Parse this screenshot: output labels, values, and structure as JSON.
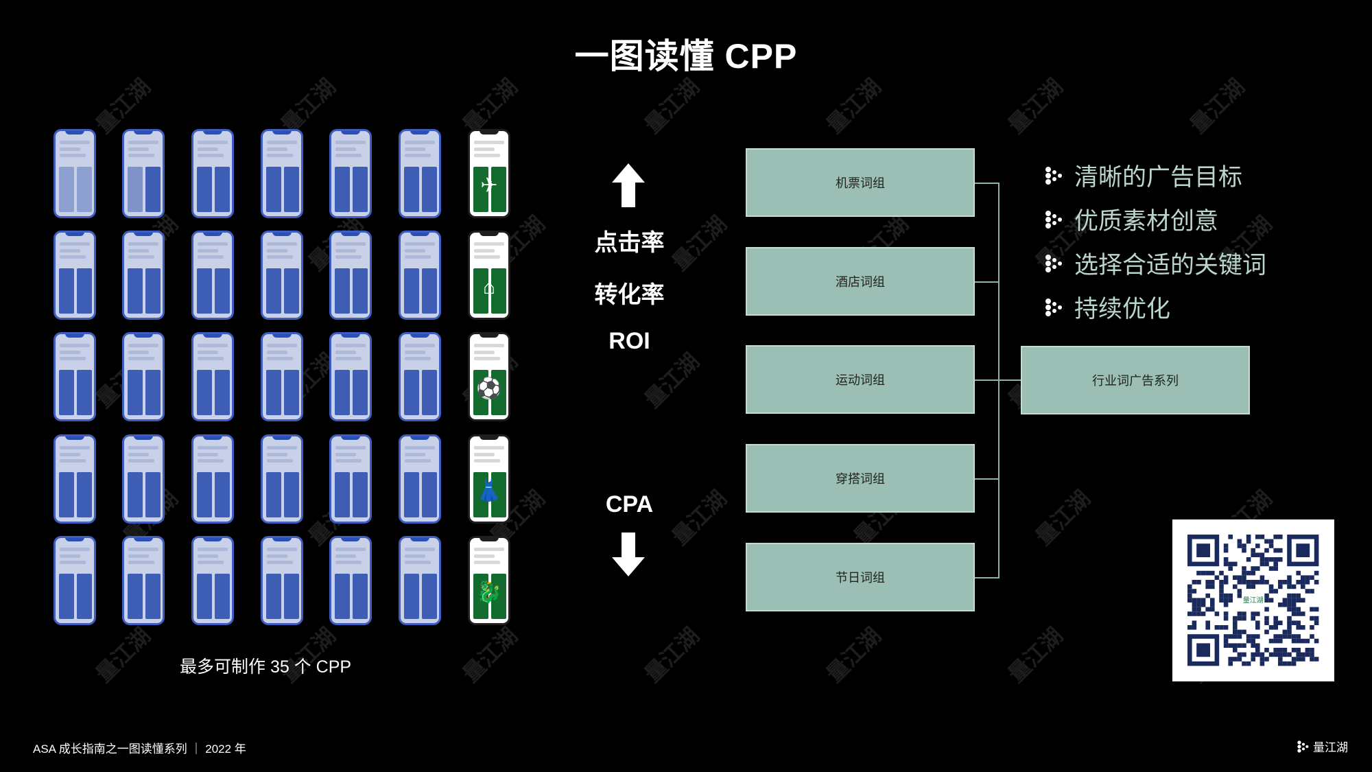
{
  "title": "一图读懂 CPP",
  "phone_grid": {
    "rows": 5,
    "cols": 7,
    "caption": "最多可制作 35 个 CPP",
    "green_icons": [
      "airplane-icon",
      "house-icon",
      "sports-balls-icon",
      "dress-icon",
      "dragon-dance-icon"
    ],
    "green_glyphs": [
      "✈",
      "⌂",
      "⚽",
      "👗",
      "🐉"
    ]
  },
  "metrics": {
    "up_arrow_icon": "up-arrow-icon",
    "up": [
      "点击率",
      "转化率",
      "ROI"
    ],
    "down": "CPA",
    "down_arrow_icon": "down-arrow-icon"
  },
  "ad_groups": [
    "机票词组",
    "酒店词组",
    "运动词组",
    "穿搭词组",
    "节日词组"
  ],
  "campaign": "行业词广告系列",
  "tips": [
    "清晰的广告目标",
    "优质素材创意",
    "选择合适的关键词",
    "持续优化"
  ],
  "footer": "ASA 成长指南之一图读懂系列 ｜ 2022 年",
  "logo_text": "量江湖",
  "watermark": "量江湖",
  "colors": {
    "background": "#000000",
    "box_fill": "#9bbfb5",
    "tip_text": "#b9d5cd",
    "phone_blue": "#3d5eb4",
    "phone_green": "#136b2e"
  }
}
